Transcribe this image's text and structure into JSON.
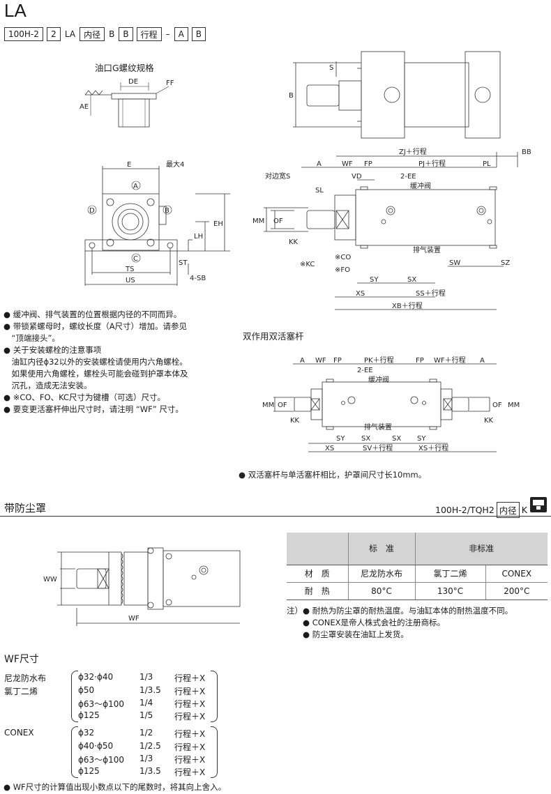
{
  "page": {
    "title": "LA",
    "model_code": [
      {
        "text": "100H-2",
        "boxed": true
      },
      {
        "text": "2",
        "boxed": true
      },
      {
        "text": "LA",
        "boxed": false
      },
      {
        "text": "内径",
        "boxed": true
      },
      {
        "text": "B",
        "boxed": false
      },
      {
        "text": "B",
        "boxed": true
      },
      {
        "text": "行程",
        "boxed": true
      },
      {
        "text": "–",
        "boxed": false
      },
      {
        "text": "A",
        "boxed": true
      },
      {
        "text": "B",
        "boxed": true
      }
    ]
  },
  "diagram_port": {
    "title": "油口G螺纹规格",
    "labels": {
      "de": "DE",
      "ff": "FF",
      "ae": "AE"
    }
  },
  "diagram_front": {
    "labels": {
      "e": "E",
      "max": "最大4",
      "a": "A",
      "b": "B",
      "c": "C",
      "d": "D",
      "eh": "EH",
      "lh": "LH",
      "st": "ST",
      "sb": "4-SB",
      "ts": "TS",
      "us": "US"
    }
  },
  "diagram_top": {
    "labels": {
      "s": "S",
      "b": "B"
    }
  },
  "diagram_side": {
    "labels": {
      "zj": "ZJ＋行程",
      "bb": "BB",
      "a": "A",
      "wf": "WF",
      "fp": "FP",
      "pj": "PJ＋行程",
      "pl": "PL",
      "across": "对边宽S",
      "vd": "VD",
      "ee": "2-EE",
      "cushion": "缓冲阀",
      "sl": "SL",
      "mm": "MM",
      "of": "OF",
      "kk": "KK",
      "vent": "排气装置",
      "co": "※CO",
      "kc": "※KC",
      "fo": "※FO",
      "sw": "SW",
      "sz": "SZ",
      "sy": "SY",
      "sx": "SX",
      "xs": "XS",
      "ss": "SS＋行程",
      "xb": "XB＋行程"
    }
  },
  "notes_left": [
    "● 缓冲阀、排气装置的位置根据内径的不同而异。",
    "● 带锁紧螺母时，螺纹长度（A尺寸）增加。请参见",
    "　“顶端接头”。",
    "● 关于安装螺栓的注意事项",
    "　油缸内径ϕ32以外的安装螺栓请使用内六角螺栓。",
    "　如果使用六角螺栓，螺栓头可能会碰到护罩本体及",
    "　沉孔，造成无法安装。",
    "● ※CO、FO、KC尺寸为键槽（可选）尺寸。",
    "● 要变更活塞杆伸出尺寸时，请注明 “WF” 尺寸。"
  ],
  "double_rod": {
    "title": "双作用双活塞杆",
    "labels": {
      "a": "A",
      "wf": "WF",
      "fp": "FP",
      "pk": "PK＋行程",
      "fp2": "FP",
      "wf2": "WF＋行程",
      "a2": "A",
      "ee": "2-EE",
      "cushion": "缓冲阀",
      "mm": "MM",
      "of": "OF",
      "kk": "KK",
      "vent": "排气装置",
      "sy": "SY",
      "sx": "SX",
      "sx2": "SX",
      "sy2": "SY",
      "xs": "XS",
      "sv": "SV＋行程",
      "xs2": "XS＋行程"
    },
    "note": "● 双活塞杆与单活塞杆相比，护罩间尺寸长10mm。"
  },
  "dust": {
    "title": "带防尘罩",
    "code": {
      "prefix": "100H-2/TQH2",
      "box": "内径",
      "suffix": "K"
    },
    "drawing_labels": {
      "ww": "WW",
      "wf": "WF"
    },
    "table": {
      "head": [
        "",
        "标　准",
        "非标准"
      ],
      "rows": [
        [
          "材　质",
          "尼龙防水布",
          "氯丁二烯",
          "CONEX"
        ],
        [
          "耐　热",
          "80°C",
          "130°C",
          "200°C"
        ]
      ]
    },
    "notes": [
      "注）● 耐热为防尘罩的耐热温度。与油缸本体的耐热温度不同。",
      "　　● CONEX是帝人株式会社的注册商标。",
      "　　● 防尘罩安装在油缸上发货。"
    ]
  },
  "wf": {
    "title": "WF尺寸",
    "groups": [
      {
        "names": [
          "尼龙防水布",
          "氯丁二烯"
        ],
        "rows": [
          [
            "ϕ32·ϕ40",
            "1/3",
            "行程＋X"
          ],
          [
            "ϕ50",
            "1/3.5",
            "行程＋X"
          ],
          [
            "ϕ63～ϕ100",
            "1/4",
            "行程＋X"
          ],
          [
            "ϕ125",
            "1/5",
            "行程＋X"
          ]
        ]
      },
      {
        "names": [
          "CONEX"
        ],
        "rows": [
          [
            "ϕ32",
            "1/2",
            "行程＋X"
          ],
          [
            "ϕ40·ϕ50",
            "1/2.5",
            "行程＋X"
          ],
          [
            "ϕ63～ϕ100",
            "1/3",
            "行程＋X"
          ],
          [
            "ϕ125",
            "1/3.5",
            "行程＋X"
          ]
        ]
      }
    ],
    "footnote": "● WF尺寸的计算值出现小数点以下的尾数时，将其向上舍入。"
  }
}
